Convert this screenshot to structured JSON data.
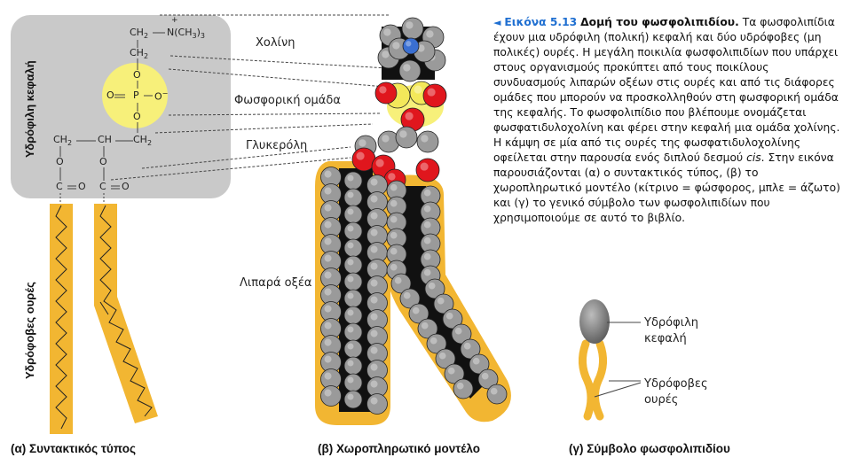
{
  "caption": {
    "marker": "◄",
    "figure_number": "Εικόνα 5.13",
    "figure_title": "Δομή του φωσφολιπιδίου.",
    "text_before_italic": "Τα φωσφολιπίδια έχουν μια υδρόφιλη (πολική) κεφαλή και δύο υδρόφοβες (μη πολικές) ουρές. Η μεγάλη ποικιλία φωσφολιπιδίων που υπάρχει στους οργανισμούς προκύπτει από τους ποικίλους συνδυασμούς λιπαρών οξέων στις ουρές και από τις διάφορες ομάδες που μπορούν να προσκολληθούν στη φωσφορική ομάδα της κεφαλής. Το φωσφολιπίδιο που βλέπουμε ονομάζεται φωσφατιδυλοχολίνη και φέρει στην κεφαλή μια ομάδα χολίνης. Η κάμψη σε μία από τις ουρές της φωσφατιδυλοχολίνης οφείλεται στην παρουσία ενός διπλού δεσμού",
    "italic_word": "cis",
    "text_after_italic": ". Στην εικόνα παρουσιάζονται (α) ο συντακτικός τύπος, (β) το χωροπληρωτικό μοντέλο (κίτρινο = φώσφορος, μπλε = άζωτο) και (γ) το γενικό σύμβολο των φωσφολιπιδίων που χρησιμοποιούμε σε αυτό το βιβλίο."
  },
  "side_labels": {
    "hydrophilic_head": "Υδρόφιλη κεφαλή",
    "hydrophobic_tails": "Υδρόφοβες ουρές"
  },
  "part_labels": {
    "choline": "Χολίνη",
    "phosphate": "Φωσφορική ομάδα",
    "glycerol": "Γλυκερόλη",
    "fatty_acids": "Λιπαρά οξέα"
  },
  "chemistry": {
    "ch2_top": "CH",
    "ch2_top_sub": "2",
    "n_group": "N(CH",
    "n_group_sub": "3",
    "n_group_end": ")",
    "n_group_end_sub": "3",
    "n_charge": "+",
    "ch2_mid": "CH",
    "ch2_mid_sub": "2",
    "o_upper": "O",
    "o_left": "O",
    "p": "P",
    "o_right": "O",
    "o_minus": "−",
    "o_lower": "O",
    "gly_ch2_left": "CH",
    "gly_ch2_left_sub": "2",
    "gly_ch": "CH",
    "gly_ch2_right": "CH",
    "gly_ch2_right_sub": "2",
    "ester_o1": "O",
    "ester_o2": "O",
    "carbonyl1": "C",
    "carbonyl1_o": "O",
    "carbonyl2": "C",
    "carbonyl2_o": "O"
  },
  "symbol_labels": {
    "head": "Υδρόφιλη\nκεφαλή",
    "head_line1": "Υδρόφιλη",
    "head_line2": "κεφαλή",
    "tails_line1": "Υδρόφοβες",
    "tails_line2": "ουρές"
  },
  "panel_captions": {
    "a": "(α) Συντακτικός τύπος",
    "b": "(β) Χωροπληρωτικό μοντέλο",
    "c": "(γ) Σύμβολο φωσφολιπιδίου"
  },
  "colors": {
    "head_box": "#c9c9c9",
    "phosphate_highlight": "#f7f07a",
    "tail_band": "#f2b632",
    "carbon_atom": "#9a9a9a",
    "oxygen_atom": "#e0161d",
    "nitrogen_atom": "#3a6fd1",
    "phosphorus_atom": "#f3e85a",
    "caption_accent": "#1f6fd1",
    "leader_line": "#444444"
  }
}
